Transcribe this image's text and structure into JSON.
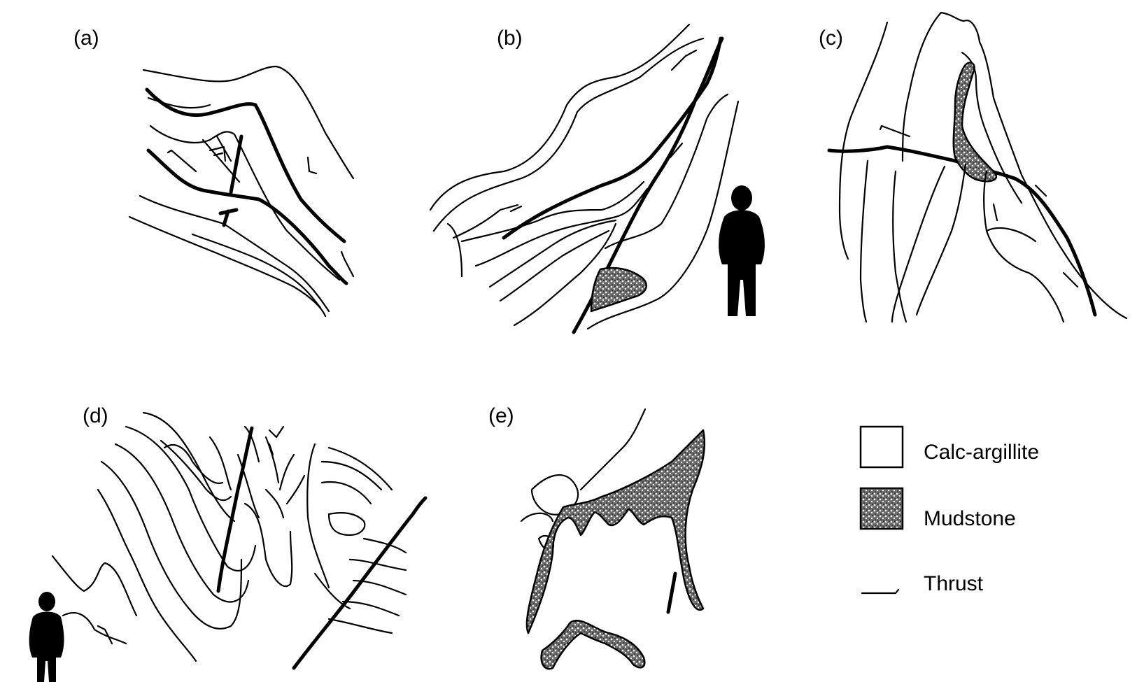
{
  "panels": {
    "a": "(a)",
    "b": "(b)",
    "c": "(c)",
    "d": "(d)",
    "e": "(e)"
  },
  "legend": {
    "calc_argillite": "Calc-argillite",
    "mudstone": "Mudstone",
    "thrust": "Thrust"
  },
  "colors": {
    "ink": "#000000",
    "background": "#ffffff",
    "mudstone_base": "#6e6e6e"
  }
}
